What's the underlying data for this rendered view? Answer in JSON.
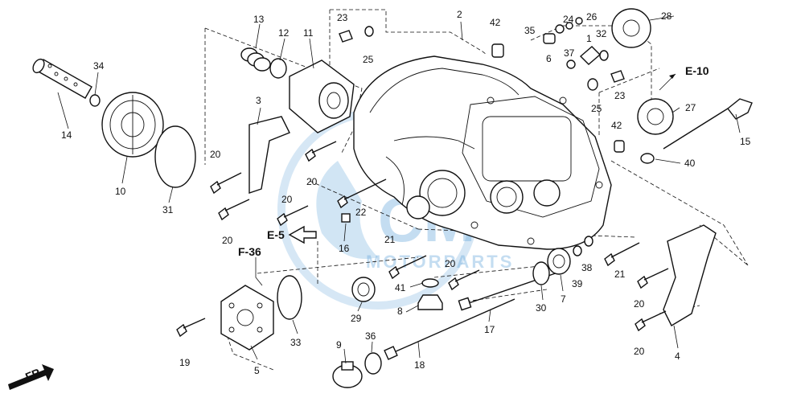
{
  "watermark": {
    "brand": "CMS",
    "sub": "MOTORPARTS",
    "color": "#5aa0d8"
  },
  "refs": {
    "e10": "E-10",
    "e5": "E-5",
    "f36": "F-36",
    "fr": "FR."
  },
  "parts": {
    "p1": "1",
    "p2": "2",
    "p3": "3",
    "p4": "4",
    "p5": "5",
    "p6": "6",
    "p7": "7",
    "p8": "8",
    "p9": "9",
    "p10": "10",
    "p11": "11",
    "p12": "12",
    "p13": "13",
    "p14": "14",
    "p15": "15",
    "p16": "16",
    "p17": "17",
    "p18": "18",
    "p19": "19",
    "p20": "20",
    "p21": "21",
    "p22": "22",
    "p23": "23",
    "p24": "24",
    "p25": "25",
    "p26": "26",
    "p27": "27",
    "p28": "28",
    "p29": "29",
    "p30": "30",
    "p31": "31",
    "p32": "32",
    "p33": "33",
    "p34": "34",
    "p35": "35",
    "p36": "36",
    "p37": "37",
    "p38": "38",
    "p39": "39",
    "p40": "40",
    "p41": "41",
    "p42": "42"
  }
}
